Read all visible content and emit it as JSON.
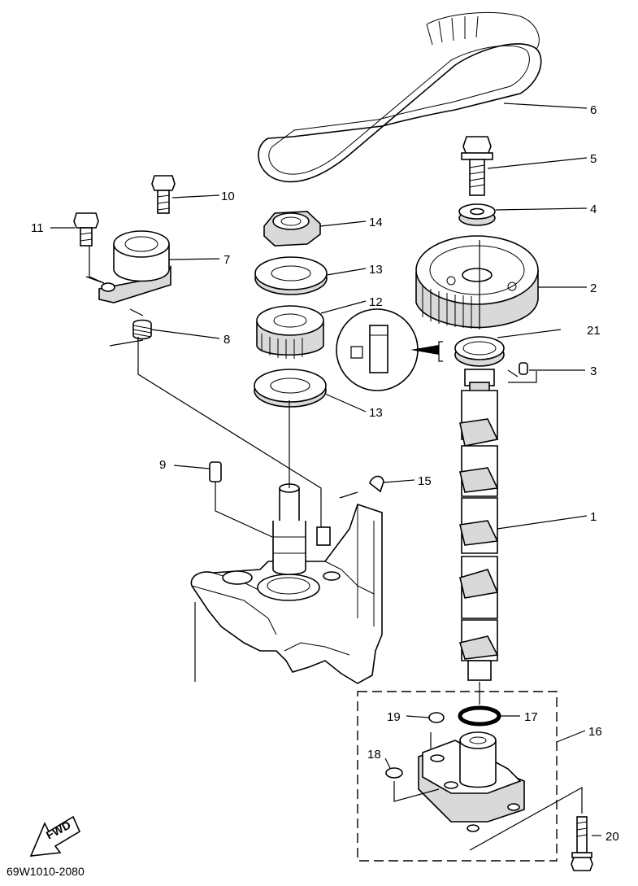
{
  "diagram": {
    "drawing_code": "69W1010-2080",
    "direction_label": "FWD",
    "parts": [
      {
        "id": "p1",
        "number": "1"
      },
      {
        "id": "p2",
        "number": "2"
      },
      {
        "id": "p3",
        "number": "3"
      },
      {
        "id": "p4",
        "number": "4"
      },
      {
        "id": "p5",
        "number": "5"
      },
      {
        "id": "p6",
        "number": "6"
      },
      {
        "id": "p7",
        "number": "7"
      },
      {
        "id": "p8",
        "number": "8"
      },
      {
        "id": "p9",
        "number": "9"
      },
      {
        "id": "p10",
        "number": "10"
      },
      {
        "id": "p11",
        "number": "11"
      },
      {
        "id": "p12",
        "number": "12"
      },
      {
        "id": "p13a",
        "number": "13"
      },
      {
        "id": "p13b",
        "number": "13"
      },
      {
        "id": "p14",
        "number": "14"
      },
      {
        "id": "p15",
        "number": "15"
      },
      {
        "id": "p16",
        "number": "16"
      },
      {
        "id": "p17",
        "number": "17"
      },
      {
        "id": "p18",
        "number": "18"
      },
      {
        "id": "p19",
        "number": "19"
      },
      {
        "id": "p20",
        "number": "20"
      },
      {
        "id": "p21",
        "number": "21"
      }
    ]
  }
}
